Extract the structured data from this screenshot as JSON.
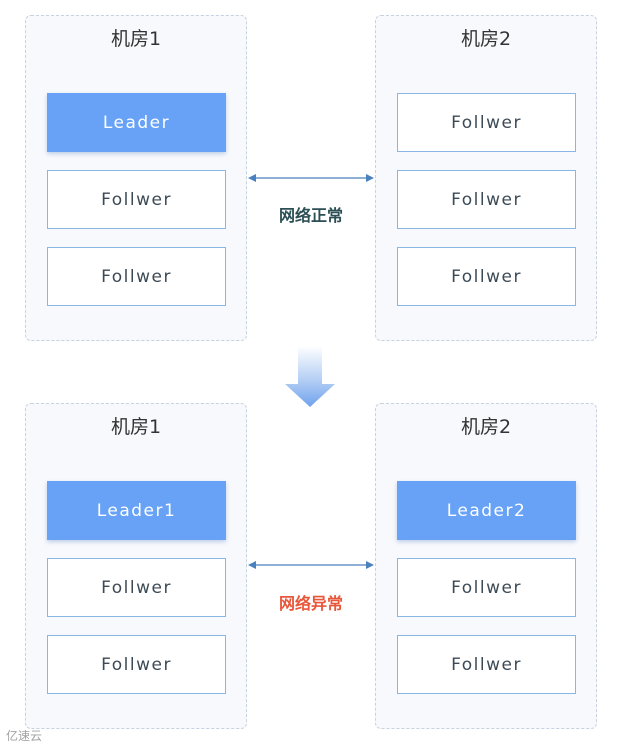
{
  "colors": {
    "leader": "#67a2f6",
    "follower_border": "#8ab6e6",
    "link": "#4a80bd",
    "normal_label": "#2b4f55",
    "abnormal_label": "#e8573a"
  },
  "top": {
    "room1": {
      "title": "机房1",
      "nodes": [
        "Leader",
        "Follwer",
        "Follwer"
      ]
    },
    "room2": {
      "title": "机房2",
      "nodes": [
        "Follwer",
        "Follwer",
        "Follwer"
      ]
    },
    "network_label": "网络正常"
  },
  "bottom": {
    "room1": {
      "title": "机房1",
      "nodes": [
        "Leader1",
        "Follwer",
        "Follwer"
      ]
    },
    "room2": {
      "title": "机房2",
      "nodes": [
        "Leader2",
        "Follwer",
        "Follwer"
      ]
    },
    "network_label": "网络异常"
  },
  "watermark": "亿速云"
}
